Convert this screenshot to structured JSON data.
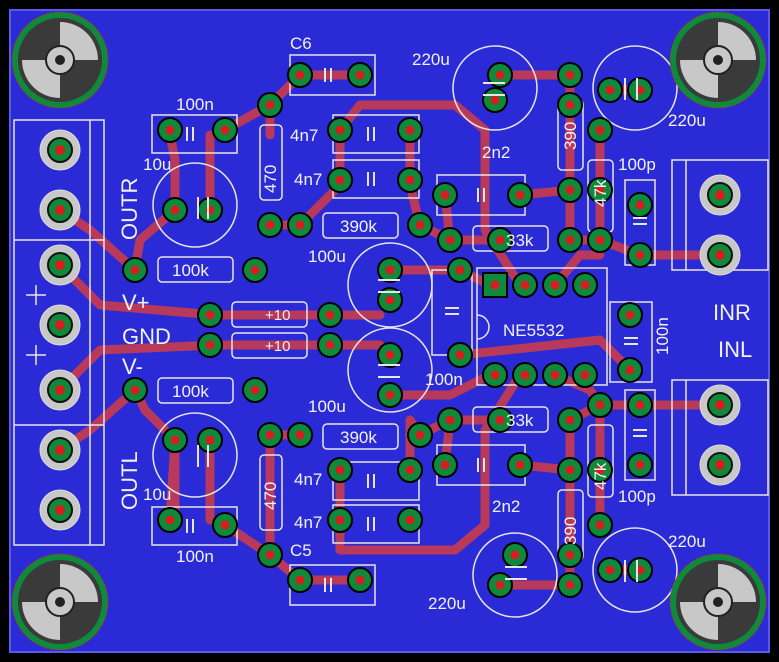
{
  "board": {
    "colors": {
      "background": "#000000",
      "board": "#2a2ad6",
      "trace": "#b8395a",
      "pad": "#0e8a3c",
      "drill": "#d61e1e",
      "silk": "#e6e6e6",
      "hole": "#c8c8c8"
    }
  },
  "labels": {
    "c6": "C6",
    "c5": "C5",
    "top_cap_220u_left": "220u",
    "top_cap_220u_right": "220u",
    "bot_cap_220u_left": "220u",
    "bot_cap_220u_right": "220u",
    "cap_100n_top": "100n",
    "cap_100n_bottom": "100n",
    "cap_100n_right": "100n",
    "cap_100n_mid": "100n",
    "cap_10u_top": "10u",
    "cap_10u_bottom": "10u",
    "cap_4n7_a": "4n7",
    "cap_4n7_b": "4n7",
    "cap_4n7_c": "4n7",
    "cap_4n7_d": "4n7",
    "cap_2n2_top": "2n2",
    "cap_2n2_bottom": "2n2",
    "cap_100p_top": "100p",
    "cap_100p_bottom": "100p",
    "cap_100u_top": "100u",
    "cap_100u_bottom": "100u",
    "res_470_top": "470",
    "res_470_bottom": "470",
    "res_390k_top": "390k",
    "res_390k_bottom": "390k",
    "res_33k_top": "33k",
    "res_33k_bottom": "33k",
    "res_390_top": "390",
    "res_390_bottom": "390",
    "res_47k_top": "47k",
    "res_47k_bottom": "47k",
    "res_100k_top": "100k",
    "res_100k_bottom": "100k",
    "res_10_top": "+10",
    "res_10_bottom": "+10",
    "ic": "NE5532",
    "outr": "OUTR",
    "outl": "OUTL",
    "vplus": "V+",
    "gnd": "GND",
    "vminus": "V-",
    "inr": "INR",
    "inl": "INL"
  }
}
